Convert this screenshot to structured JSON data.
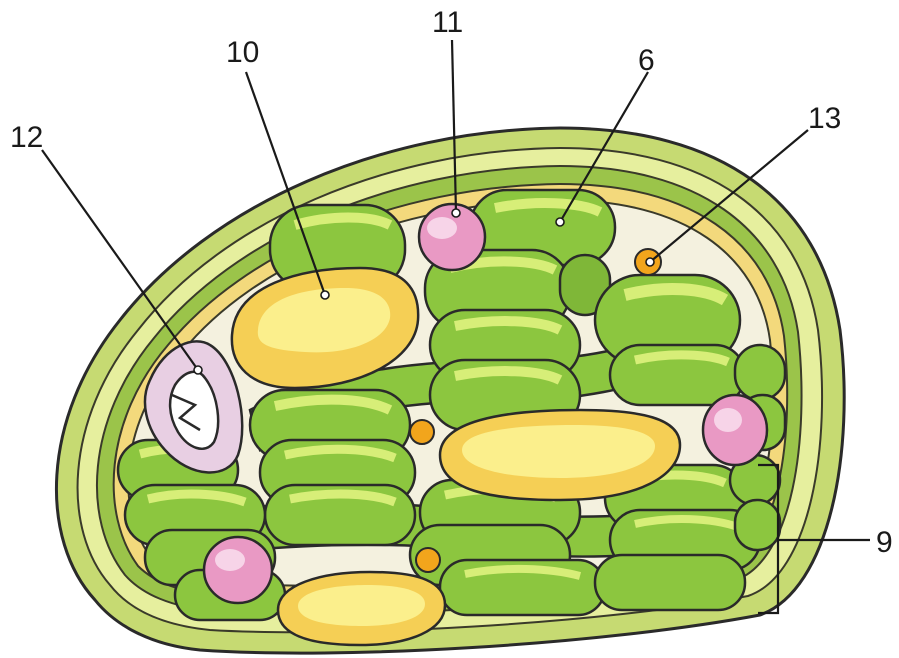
{
  "figure": {
    "labels": [
      {
        "id": "label-12",
        "text": "12"
      },
      {
        "id": "label-10",
        "text": "10"
      },
      {
        "id": "label-11",
        "text": "11"
      },
      {
        "id": "label-6",
        "text": "6"
      },
      {
        "id": "label-13",
        "text": "13"
      },
      {
        "id": "label-9",
        "text": "9"
      }
    ]
  },
  "colors": {
    "outer_membrane": "#c9dc7a",
    "inner_band": "#f2d87a",
    "stroma": "#f4f1df",
    "thylakoid": "#8cc63f",
    "thylakoid_light": "#cfe86a",
    "starch": "#f5cf55",
    "starch_light": "#fbf0a0",
    "ribosome_pink": "#eaa0c8",
    "droplet_orange": "#f2a51c",
    "dna_ring": "#e8cfe3"
  }
}
